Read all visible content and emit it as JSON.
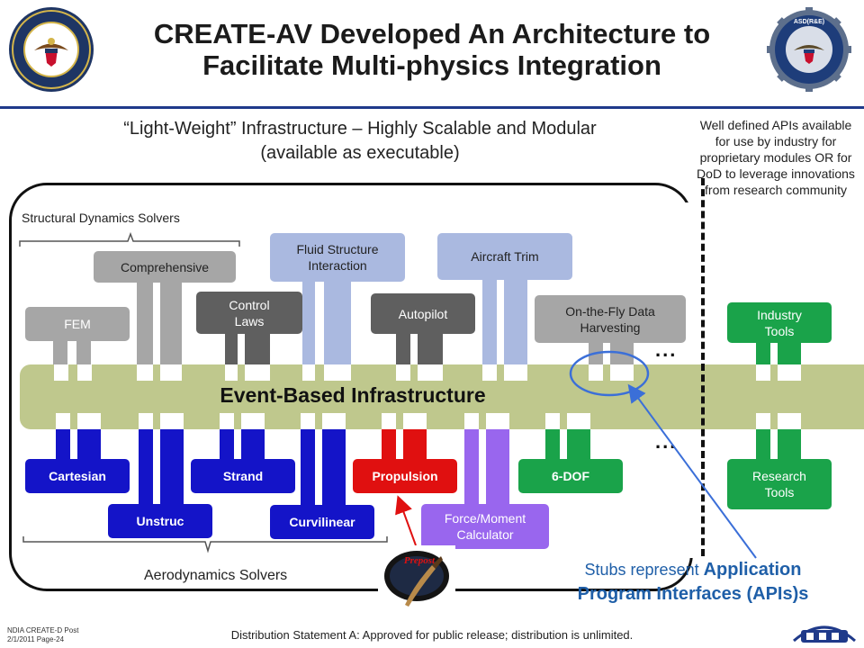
{
  "title": {
    "line1": "CREATE-AV Developed An Architecture to",
    "line2": "Facilitate Multi-physics Integration"
  },
  "subtitle": {
    "line1": "“Light-Weight” Infrastructure – Highly Scalable and Modular",
    "line2": "(available as executable)"
  },
  "api_note": "Well defined APIs available for use by industry for proprietary modules OR for DoD to leverage innovations from research community",
  "structural_label": "Structural Dynamics Solvers",
  "aero_label": "Aerodynamics Solvers",
  "bus_label": "Event-Based Infrastructure",
  "top_modules": {
    "comprehensive": "Comprehensive",
    "fem": "FEM",
    "control_laws": "Control Laws",
    "fsi": "Fluid Structure Interaction",
    "autopilot": "Autopilot",
    "aircraft_trim": "Aircraft Trim",
    "data_harvest": "On-the-Fly Data Harvesting",
    "industry_tools": "Industry Tools"
  },
  "bottom_modules": {
    "cartesian": "Cartesian",
    "unstruc": "Unstruc",
    "strand": "Strand",
    "curvilinear": "Curvilinear",
    "propulsion": "Propulsion",
    "force_moment": "Force/Moment Calculator",
    "six_dof": "6-DOF",
    "research_tools": "Research Tools"
  },
  "ellipsis_top": "...",
  "ellipsis_bottom": "...",
  "stubs_note": {
    "prefix": "Stubs represent ",
    "emph1": "Application",
    "emph2": "Program Interfaces (APIs)s"
  },
  "prepost_logo_text": "Prepost",
  "footer": {
    "left_line1": "NDIA CREATE-D Post",
    "left_line2": "2/1/2011 Page-24",
    "center": "Distribution Statement A:  Approved for public release;  distribution is unlimited."
  },
  "colors": {
    "gray_light": "#a6a6a6",
    "gray_dark": "#5f5f5f",
    "lavender": "#aab9e0",
    "green": "#1aa34a",
    "navy": "#1414c8",
    "red": "#e01010",
    "purple": "#9966ee",
    "bus": "#bfc88d",
    "note_blue": "#1f5fa8"
  }
}
